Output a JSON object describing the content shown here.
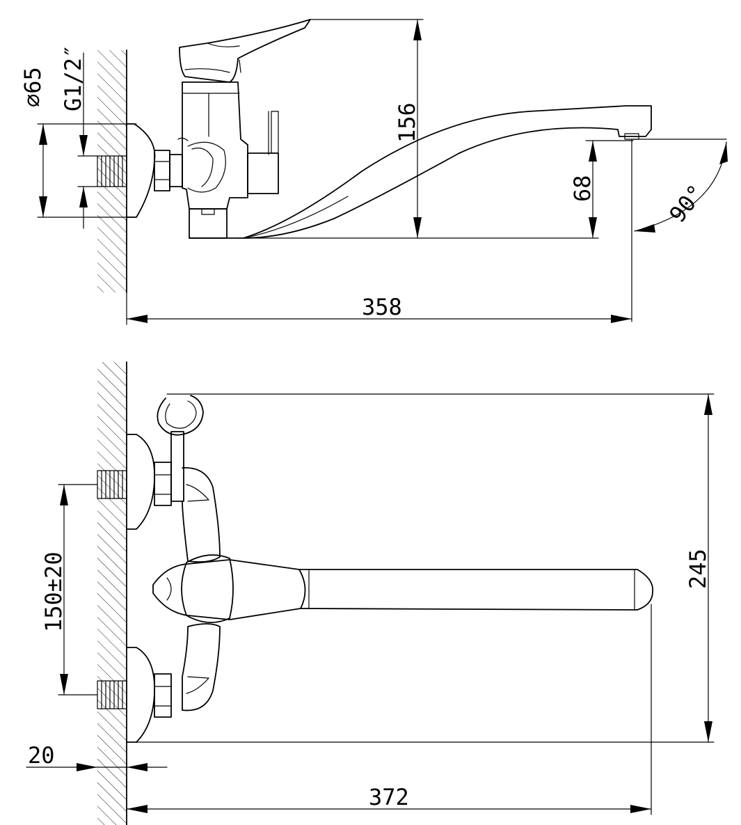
{
  "top_view": {
    "dims": {
      "diameter": "∅65",
      "thread": "G1/2″",
      "height": "156",
      "spout_height": "68",
      "angle": "90°",
      "length": "358"
    }
  },
  "front_view": {
    "dims": {
      "centers": "150±20",
      "height": "245",
      "offset": "20",
      "length": "372"
    }
  }
}
